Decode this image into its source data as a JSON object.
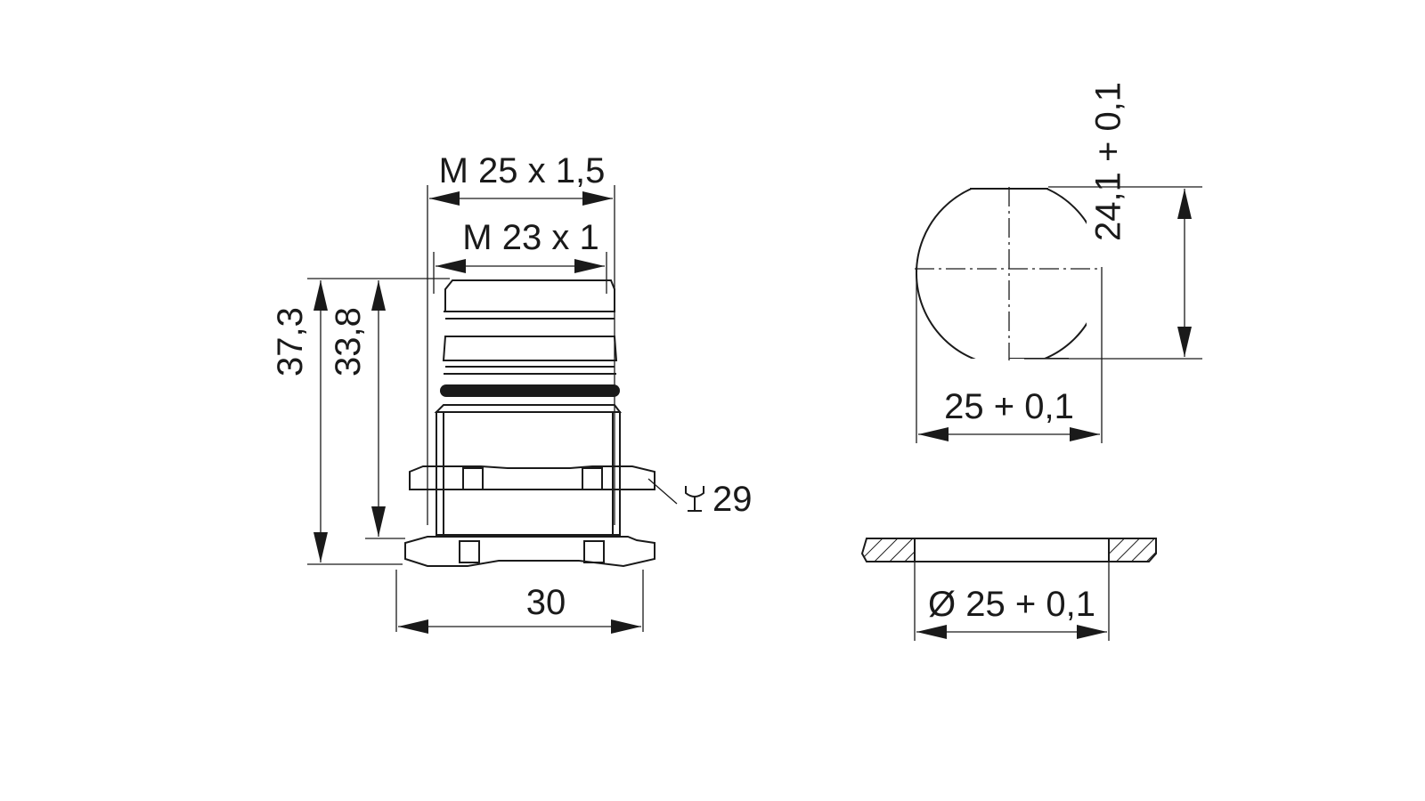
{
  "side_view": {
    "thread_outer": "M 25 x 1,5",
    "thread_inner": "M 23 x 1",
    "total_height": "37,3",
    "body_height": "33,8",
    "nut_width": "30",
    "wrench_size": "29",
    "wrench_icon": "wrench-icon"
  },
  "cutout_view": {
    "width": "25 + 0,1",
    "flat_height": "24,1 + 0,1"
  },
  "washer_view": {
    "diameter": "Ø 25 + 0,1"
  },
  "colors": {
    "line": "#1a1a1a",
    "background": "#ffffff"
  }
}
